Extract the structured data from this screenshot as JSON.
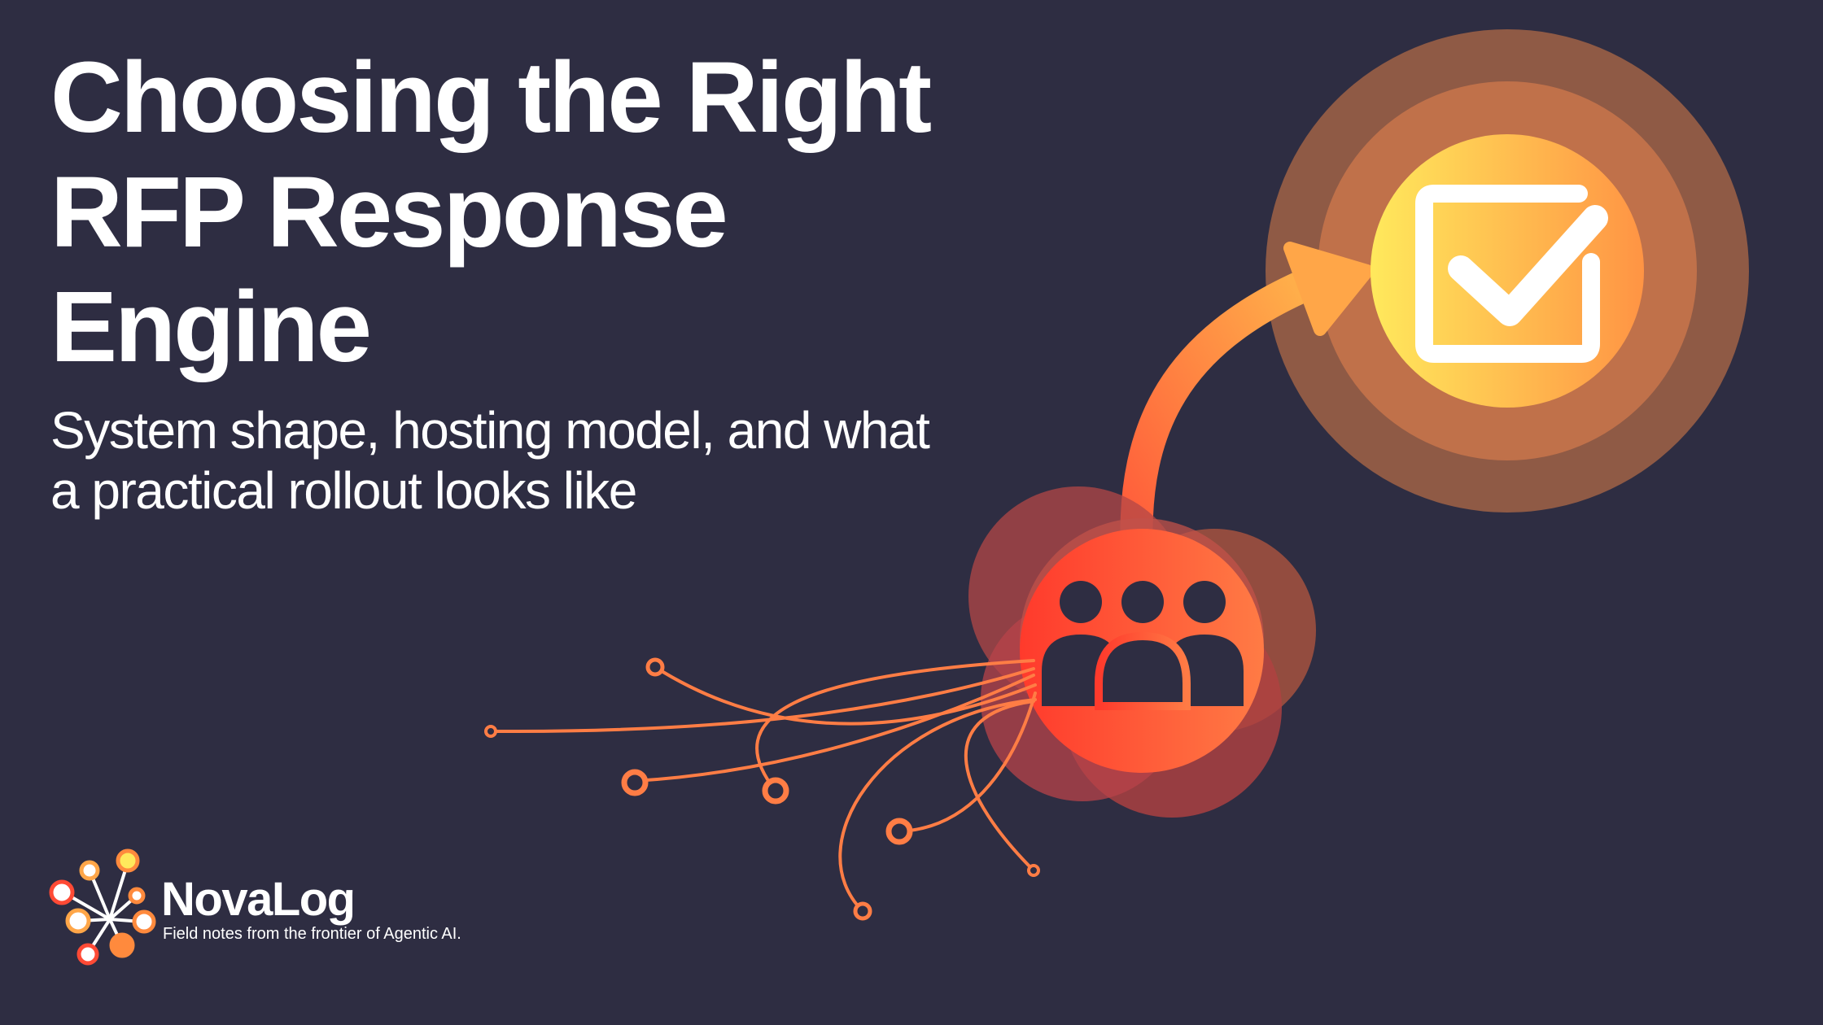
{
  "hero": {
    "title_lines": [
      "Choosing the Right",
      "RFP Response",
      "Engine"
    ],
    "subtitle_lines": [
      "System shape, hosting model, and what",
      "a practical rollout looks like"
    ]
  },
  "brand": {
    "name": "NovaLog",
    "tagline": "Field notes from the frontier of Agentic AI."
  },
  "icons": {
    "target": "checkbox-checked-icon",
    "source": "people-group-icon",
    "logo": "network-starburst-logo"
  },
  "colors": {
    "background": "#2e2d42",
    "text": "#ffffff",
    "accent_orange": "#ff8a3d",
    "accent_red": "#ff3b2f",
    "accent_yellow": "#ffe05a"
  }
}
